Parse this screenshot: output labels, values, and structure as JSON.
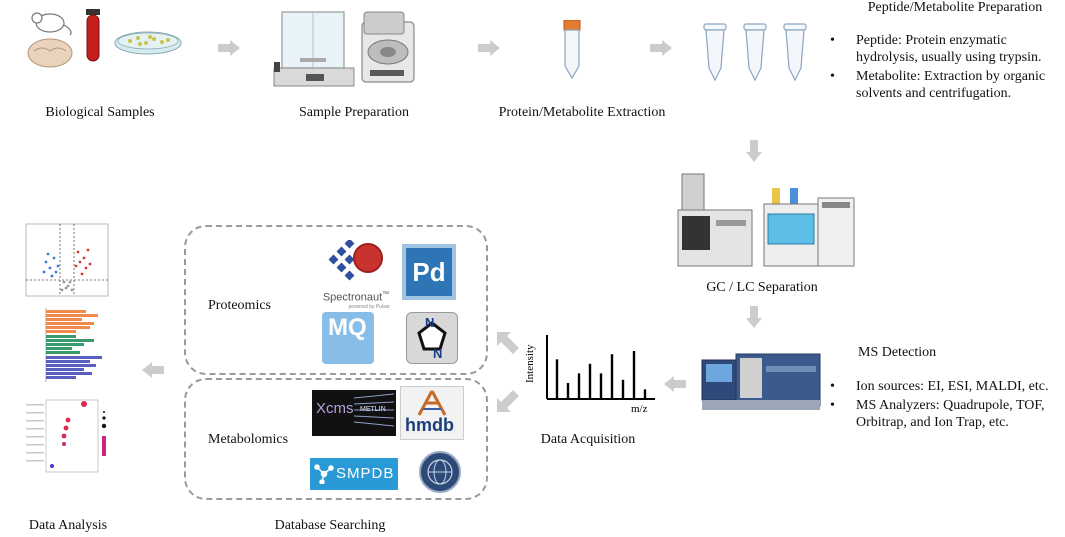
{
  "steps": {
    "biological_samples": "Biological Samples",
    "sample_preparation": "Sample Preparation",
    "extraction": "Protein/Metabolite Extraction",
    "gc_lc": "GC / LC Separation",
    "ms_detection": "MS Detection",
    "data_acquisition": "Data Acquisition",
    "database_searching": "Database Searching",
    "data_analysis": "Data Analysis"
  },
  "prep_panel": {
    "title": "Peptide/Metabolite Preparation",
    "bullets": [
      "Peptide: Protein enzymatic hydrolysis, usually using trypsin.",
      "Metabolite: Extraction by organic solvents and centrifugation."
    ]
  },
  "ms_panel": {
    "bullets": [
      "Ion sources: EI, ESI, MALDI, etc.",
      "MS Analyzers: Quadrupole, TOF, Orbitrap, and Ion Trap, etc."
    ]
  },
  "spectrum": {
    "ylabel": "Intensity",
    "xlabel": "m/z",
    "peaks": [
      0.62,
      0.25,
      0.4,
      0.55,
      0.4,
      0.7,
      0.3,
      0.75,
      0.15
    ]
  },
  "database_groups": {
    "proteomics": "Proteomics",
    "metabolomics": "Metabolomics"
  },
  "logos": {
    "spectronaut": "Spectronaut",
    "spectronaut_tm": "™",
    "spectronaut_sub": "powered by Pulsar",
    "pd": "Pd",
    "mq": "MQ",
    "n_letter": "N",
    "xcms": "Xcms",
    "metlin": "METLIN",
    "hmdb": "hmdb",
    "smpdb": "SMPDB"
  },
  "colors": {
    "arrow": "#cccccc",
    "dashed_border": "#9a9a9a",
    "pd_blue": "#4a8fc0",
    "mq_blue": "#7fb3df",
    "smpdb_blue": "#2a9ad6",
    "spectronaut_blue": "#2f4f9f",
    "spectronaut_red": "#c8322f"
  }
}
